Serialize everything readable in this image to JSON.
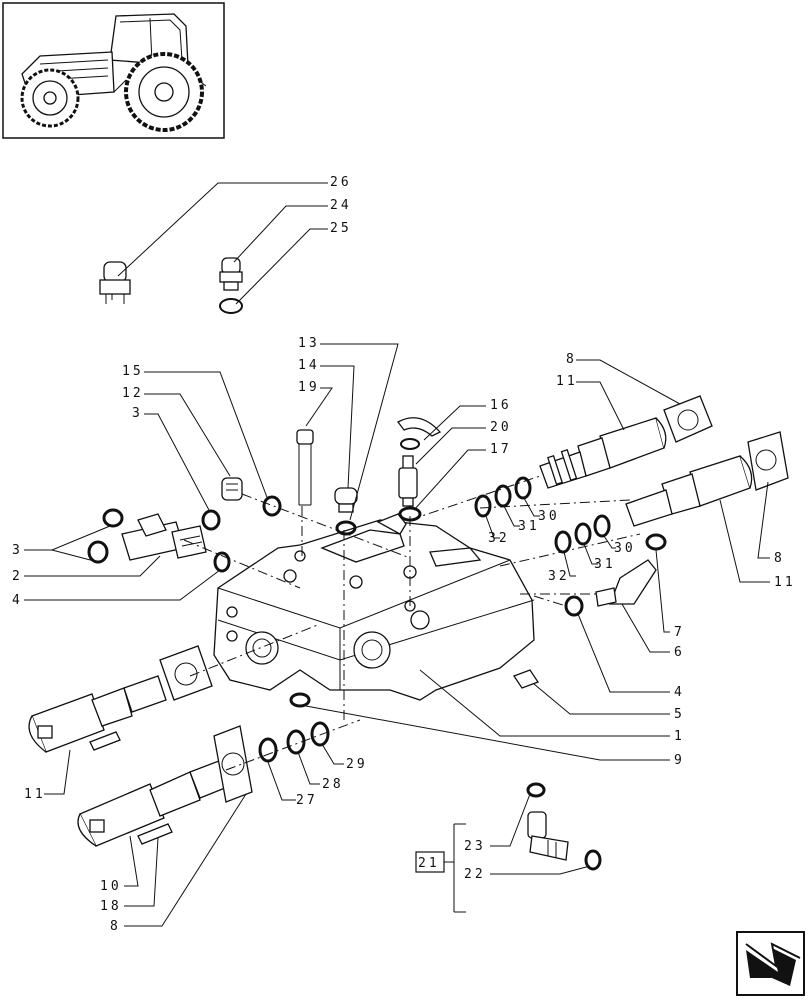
{
  "callouts": [
    {
      "id": "c26",
      "text": "26"
    },
    {
      "id": "c24",
      "text": "24"
    },
    {
      "id": "c25",
      "text": "25"
    },
    {
      "id": "c13",
      "text": "13"
    },
    {
      "id": "c14",
      "text": "14"
    },
    {
      "id": "c19",
      "text": "19"
    },
    {
      "id": "c15",
      "text": "15"
    },
    {
      "id": "c12",
      "text": "12"
    },
    {
      "id": "c3a",
      "text": "3"
    },
    {
      "id": "c16",
      "text": "16"
    },
    {
      "id": "c20",
      "text": "20"
    },
    {
      "id": "c17",
      "text": "17"
    },
    {
      "id": "c8a",
      "text": "8"
    },
    {
      "id": "c11a",
      "text": "11"
    },
    {
      "id": "c30a",
      "text": "30"
    },
    {
      "id": "c31a",
      "text": "31"
    },
    {
      "id": "c32a",
      "text": "32"
    },
    {
      "id": "c30b",
      "text": "30"
    },
    {
      "id": "c31b",
      "text": "31"
    },
    {
      "id": "c32b",
      "text": "32"
    },
    {
      "id": "c8b",
      "text": "8"
    },
    {
      "id": "c11b",
      "text": "11"
    },
    {
      "id": "c3b",
      "text": "3"
    },
    {
      "id": "c2",
      "text": "2"
    },
    {
      "id": "c4a",
      "text": "4"
    },
    {
      "id": "c7",
      "text": "7"
    },
    {
      "id": "c6",
      "text": "6"
    },
    {
      "id": "c4b",
      "text": "4"
    },
    {
      "id": "c5",
      "text": "5"
    },
    {
      "id": "c1",
      "text": "1"
    },
    {
      "id": "c9",
      "text": "9"
    },
    {
      "id": "c11c",
      "text": "11"
    },
    {
      "id": "c29",
      "text": "29"
    },
    {
      "id": "c28",
      "text": "28"
    },
    {
      "id": "c27",
      "text": "27"
    },
    {
      "id": "c23",
      "text": "23"
    },
    {
      "id": "c21",
      "text": "21"
    },
    {
      "id": "c22",
      "text": "22"
    },
    {
      "id": "c10",
      "text": "10"
    },
    {
      "id": "c18",
      "text": "18"
    },
    {
      "id": "c8c",
      "text": "8"
    }
  ],
  "icons": {
    "thumbnail": "tractor-thumbnail-icon",
    "navigation": "next-page-arrow-icon"
  },
  "colors": {
    "ink": "#111111",
    "paper": "#ffffff"
  }
}
